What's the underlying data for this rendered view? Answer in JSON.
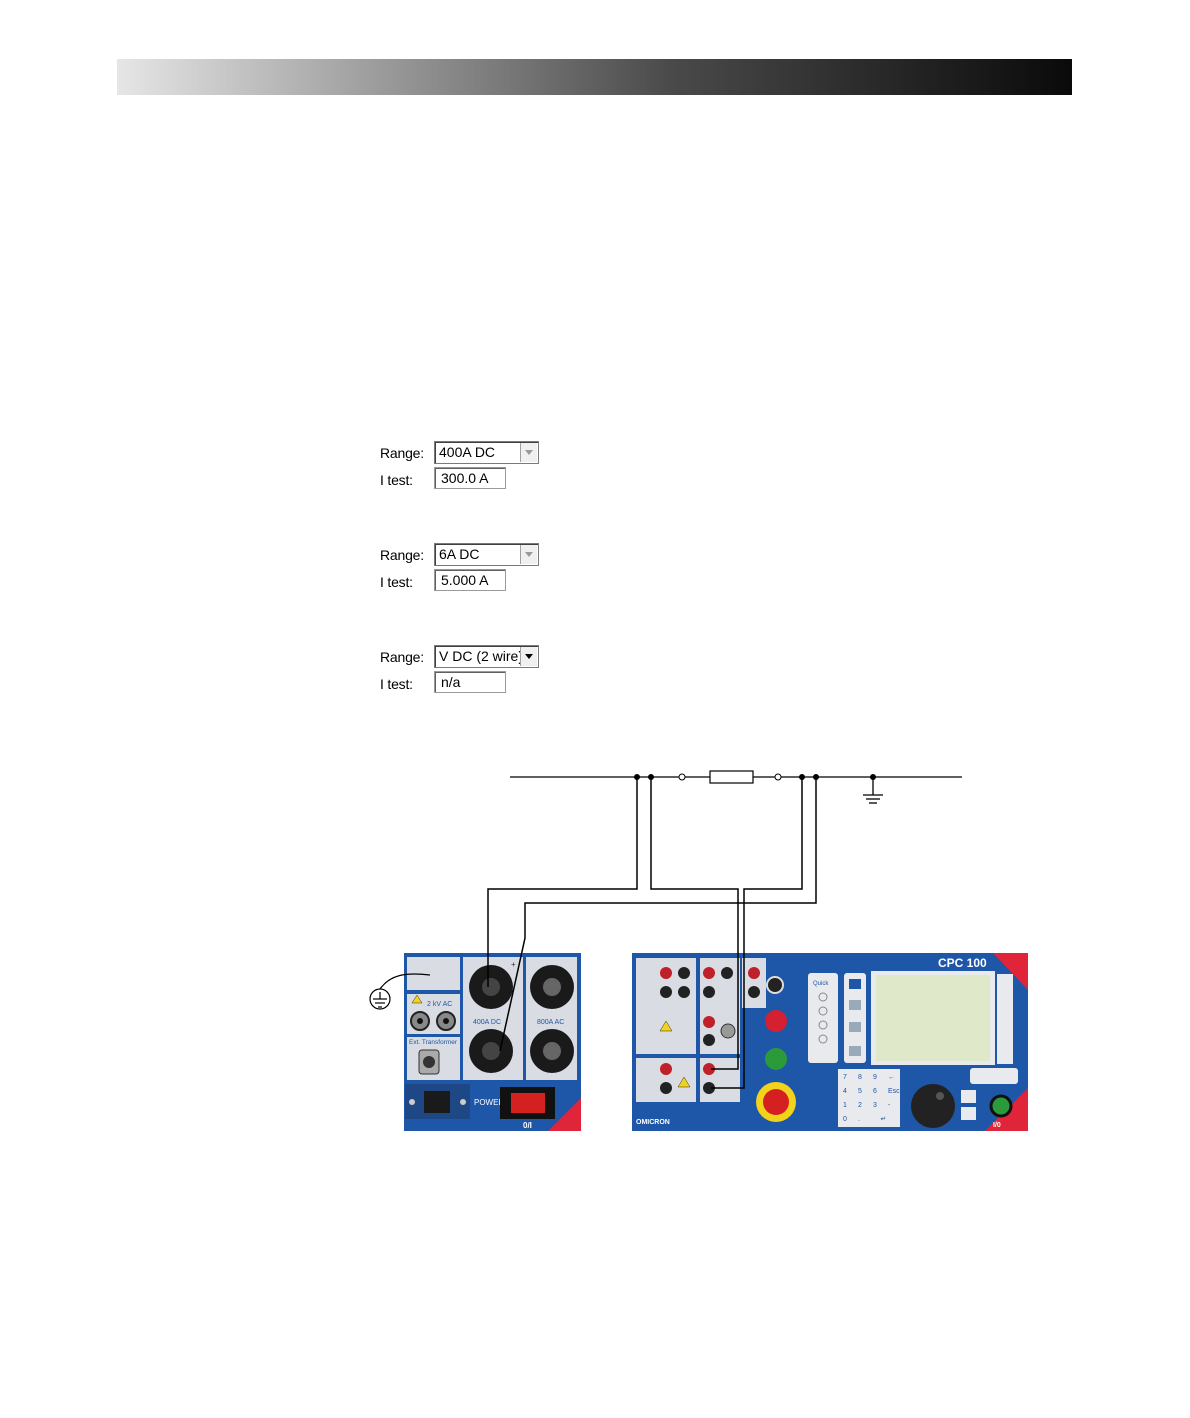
{
  "forms": [
    {
      "range_label": "Range:",
      "range_value": "400A DC",
      "itest_label": "I test:",
      "itest_value": "300.0 A"
    },
    {
      "range_label": "Range:",
      "range_value": "6A DC",
      "itest_label": "I test:",
      "itest_value": "5.000 A"
    },
    {
      "range_label": "Range:",
      "range_value": "V DC (2 wire)",
      "itest_label": "I test:",
      "itest_value": "n/a"
    }
  ],
  "booster": {
    "label_2kvac": "2 kV AC",
    "label_ext_transformer": "Ext. Transformer",
    "label_400a_dc": "400A DC",
    "label_800a_ac": "800A AC",
    "label_power": "POWER",
    "label_power_switch": "0/I",
    "colors": {
      "panel": "#1e56a8",
      "accent": "#e0243a"
    }
  },
  "cpc": {
    "title": "CPC 100",
    "brand": "OMICRON",
    "quick_label": "Quick",
    "power_label": "I/0",
    "keypad": [
      "7",
      "8",
      "9",
      "←",
      "4",
      "5",
      "6",
      "Esc",
      "1",
      "2",
      "3",
      "-",
      "0",
      ".",
      "↵"
    ]
  }
}
